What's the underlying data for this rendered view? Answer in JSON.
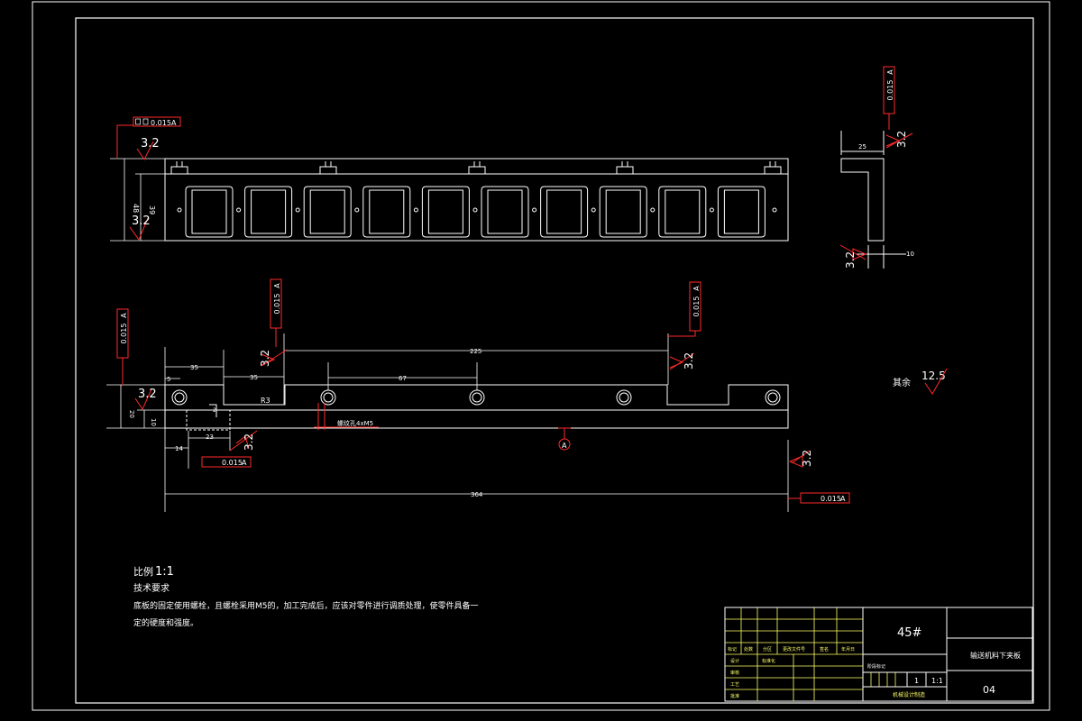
{
  "drawing": {
    "scale_label": "比例",
    "scale_value": "1:1",
    "tech_title": "技术要求",
    "tech_lines": [
      "底板的固定使用螺栓，且螺栓采用M5的，加工完成后，应该对零件进行调质处理，使零件具备一",
      "定的硬度和强度。"
    ],
    "other_label": "其余",
    "other_value": "12.5",
    "datum": "A",
    "roughness": "3.2",
    "tolerance": "0.015",
    "hole_note": "螺纹孔4xM5",
    "dims": {
      "d48": "48",
      "d39": "39",
      "d25": "25",
      "d10": "10",
      "d225": "225",
      "d35a": "35",
      "d35b": "35",
      "d67": "67",
      "dR3": "R3",
      "d5": "5",
      "d23": "23",
      "d14": "14",
      "d364": "364",
      "d20": "20",
      "dphi": "10",
      "d2": "2"
    }
  },
  "title_block": {
    "material": "45#",
    "part_name": "输送机料下夹板",
    "drawing_no": "04",
    "count": "1",
    "ratio": "1:1",
    "stage_label": "阶段标记",
    "org": "机械设计制造",
    "row_labels": [
      "标记",
      "处数",
      "分区",
      "更改文件号",
      "签名",
      "年月日"
    ],
    "left_labels": [
      "设计",
      "标准化",
      "审核",
      "工艺",
      "批准"
    ]
  },
  "colors": {
    "line": "#ffffff",
    "red": "#ff2a2a",
    "yellow": "#ffff66",
    "bg": "#000000"
  }
}
